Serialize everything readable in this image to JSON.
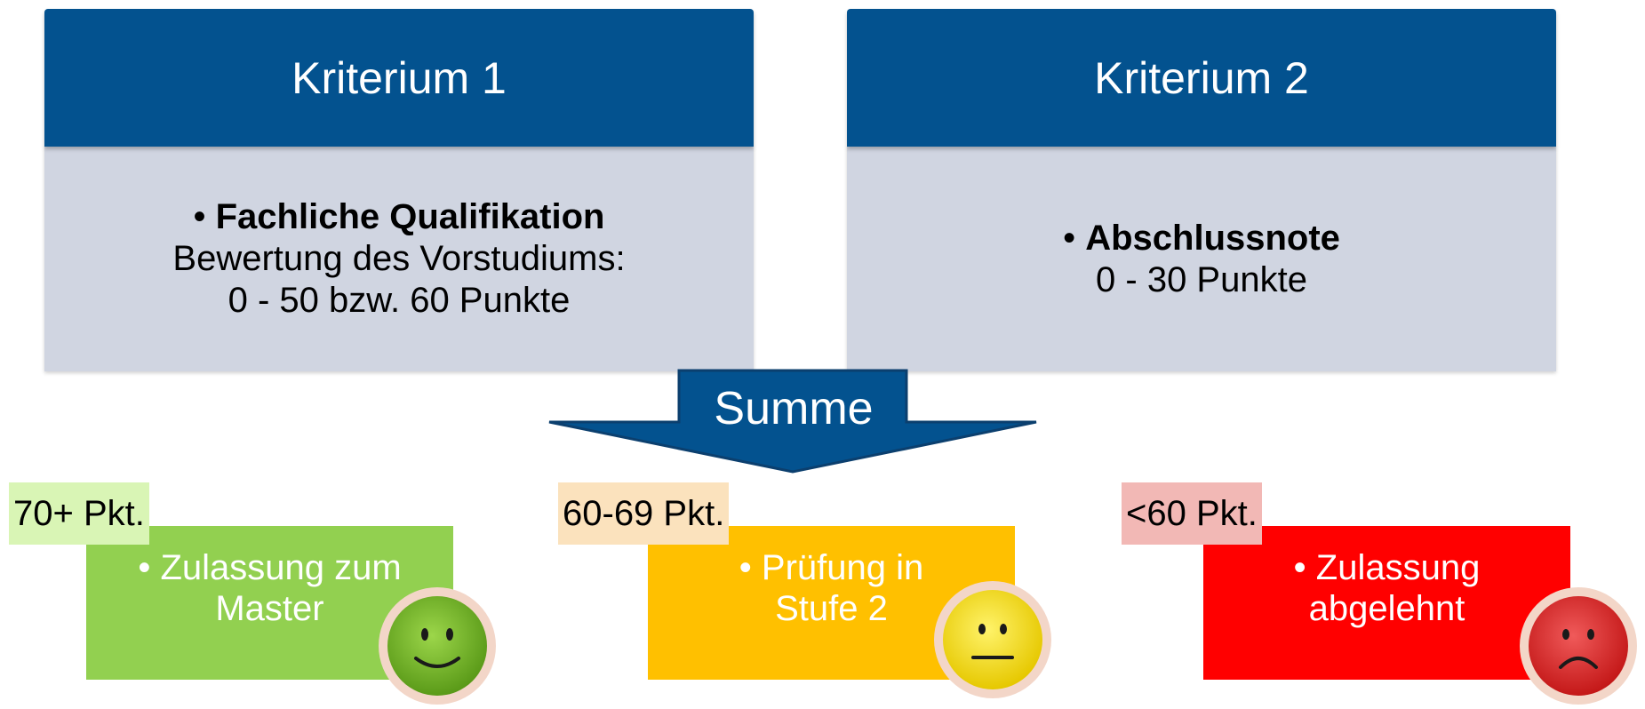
{
  "criteria": [
    {
      "title": "Kriterium 1",
      "bold_line": "Fachliche Qualifikation",
      "line2": "Bewertung des Vorstudiums:",
      "line3": "0 - 50 bzw. 60 Punkte"
    },
    {
      "title": "Kriterium 2",
      "bold_line": "Abschlussnote",
      "line2": "0 - 30 Punkte"
    }
  ],
  "sum_label": "Summe",
  "outcomes": [
    {
      "points": "70+ Pkt.",
      "line1": "Zulassung zum",
      "line2": "Master",
      "icon": "happy-face-icon",
      "box_color": "#92d050",
      "label_color": "#d9f5b5"
    },
    {
      "points": "60-69 Pkt.",
      "line1": "Prüfung in",
      "line2": "Stufe 2",
      "icon": "neutral-face-icon",
      "box_color": "#ffc000",
      "label_color": "#fbe2bd"
    },
    {
      "points": "<60 Pkt.",
      "line1": "Zulassung",
      "line2": "abgelehnt",
      "icon": "sad-face-icon",
      "box_color": "#ff0000",
      "label_color": "#f2b8b5"
    }
  ],
  "colors": {
    "header": "#03528f",
    "body": "#d0d5e1"
  }
}
